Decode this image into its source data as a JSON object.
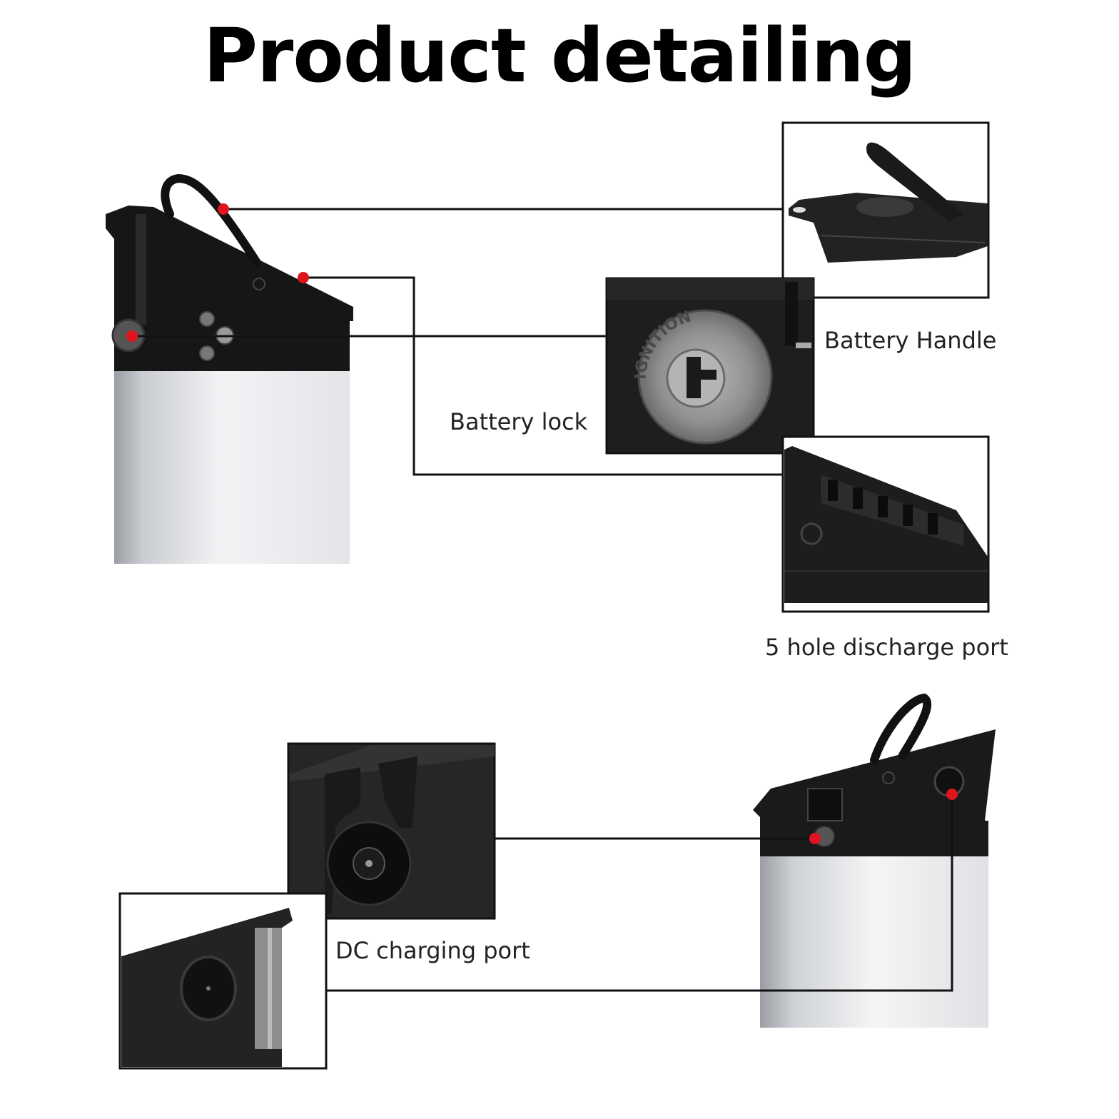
{
  "title": "Product detailing",
  "labels": {
    "battery_handle": "Battery Handle",
    "battery_lock": "Battery lock",
    "discharge_port": "5 hole discharge port",
    "dc_charging_port": "DC charging port"
  },
  "lock_engraving": "IGNITION",
  "colors": {
    "marker": "#e0141e",
    "leader_line": "#111111",
    "housing": "#1c1c1c",
    "aluminium": "#d8dadd"
  }
}
